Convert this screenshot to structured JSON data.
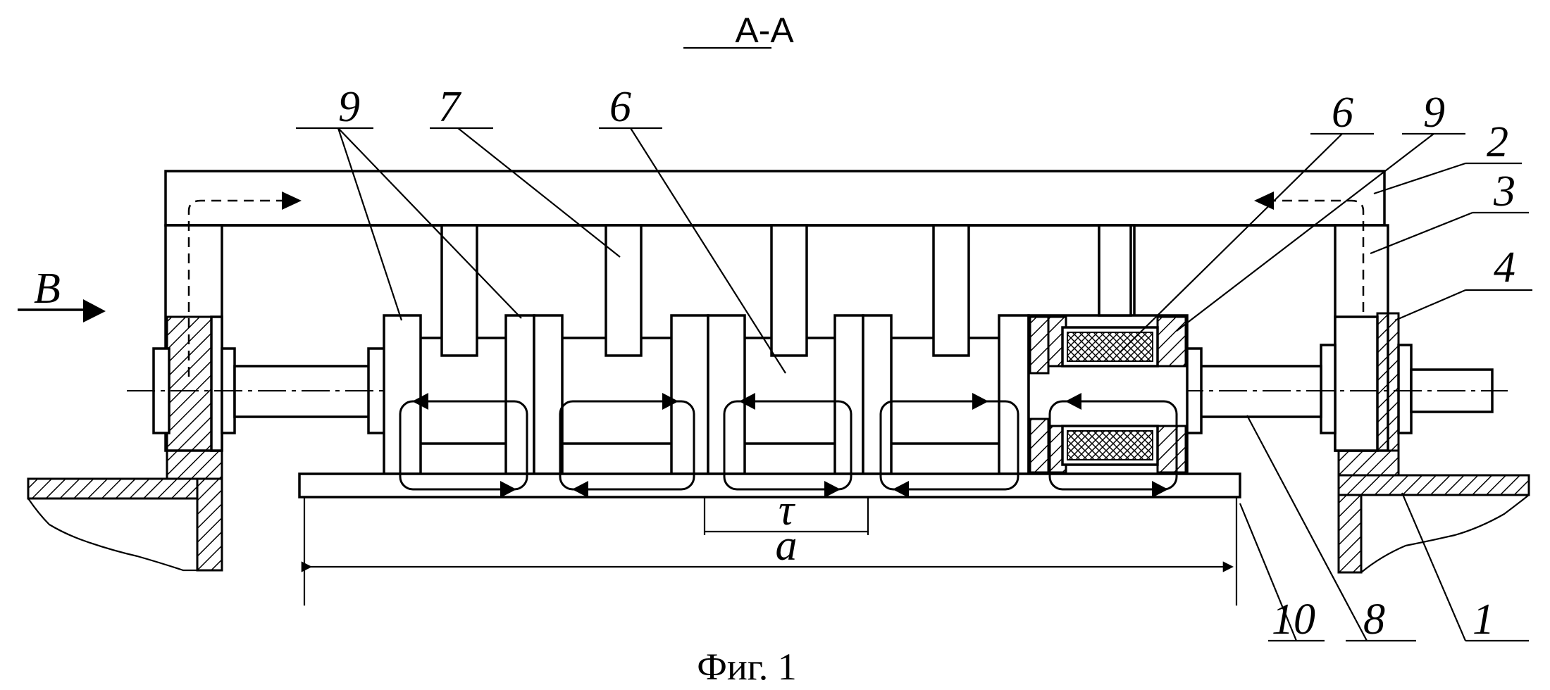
{
  "section_title": "А-А",
  "caption": "Фиг. 1",
  "view_label": "B",
  "labels": {
    "l9a": "9",
    "l7": "7",
    "l6a": "6",
    "l6b": "6",
    "l9b": "9",
    "l2": "2",
    "l3": "3",
    "l4": "4",
    "l10": "10",
    "l8": "8",
    "l1": "1"
  },
  "dimensions": {
    "tau": "τ",
    "a": "a"
  }
}
